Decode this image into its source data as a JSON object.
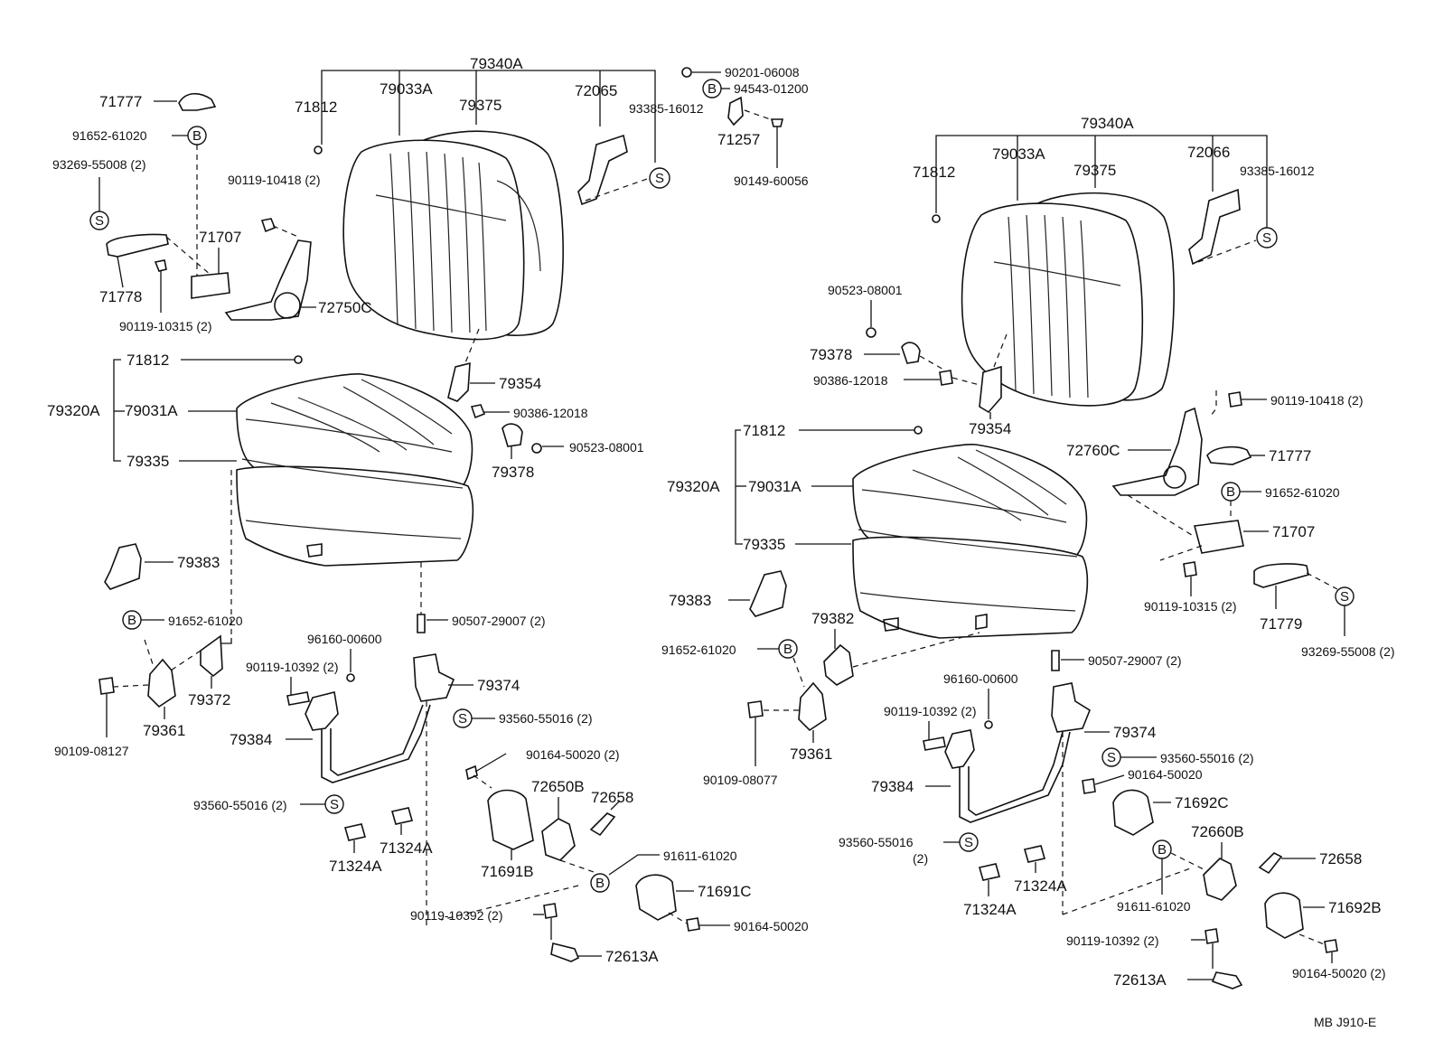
{
  "footer": {
    "code": "MB  J910-E"
  },
  "symbols": {
    "s": "S",
    "b": "B"
  },
  "left": {
    "top": {
      "assembly": "79340A",
      "cover": "79033A",
      "pad": "79375",
      "frame": "72065",
      "clip": "71812",
      "bolt_top": "90201-06008",
      "washer": "94543-01200",
      "retainer": "93385-16012",
      "bracket": "71257",
      "screw": "90149-60056"
    },
    "upper_left": {
      "cap": "71777",
      "b_clip": "91652-61020",
      "s_cover": "93269-55008 (2)",
      "bolt": "90119-10418 (2)",
      "hinge_cover": "71707",
      "cover_plate": "71778",
      "bolt2": "90119-10315 (2)",
      "recliner": "72750C"
    },
    "cushion": {
      "assembly": "79320A",
      "clip": "71812",
      "cover": "79031A",
      "pad": "79335",
      "stay": "79354",
      "nut": "90386-12018",
      "washer": "90523-08001",
      "bracket": "79378",
      "guide": "79383",
      "b_clip": "91652-61020",
      "bracket2": "79372",
      "hook": "79361",
      "bolt": "90109-08127"
    },
    "lower": {
      "spring": "90507-29007 (2)",
      "washer": "96160-00600",
      "bolt": "90119-10392 (2)",
      "hinge_r": "79374",
      "s_ring": "93560-55016 (2)",
      "hinge_l": "79384",
      "s_ring2": "93560-55016 (2)",
      "pad_a": "71324A",
      "pad_b": "71324A",
      "screw": "90164-50020 (2)",
      "lock": "72650B",
      "pin": "72658",
      "cover": "71691B",
      "b_clip": "91611-61020",
      "cover2": "71691C",
      "screw2": "90164-50020",
      "handle": "72613A"
    }
  },
  "right": {
    "top": {
      "assembly": "79340A",
      "clip": "71812",
      "cover": "79033A",
      "pad": "79375",
      "frame": "72066",
      "retainer": "93385-16012"
    },
    "middle": {
      "washer": "90523-08001",
      "bracket": "79378",
      "nut": "90386-12018",
      "stay": "79354",
      "bolt": "90119-10418 (2)",
      "recliner": "72760C",
      "cap": "71777",
      "b_clip": "91652-61020",
      "hinge_cover": "71707",
      "bolt2": "90119-10315 (2)",
      "cover_plate": "71779",
      "s_cover": "93269-55008 (2)"
    },
    "cushion": {
      "clip": "71812",
      "assembly": "79320A",
      "cover": "79031A",
      "pad": "79335",
      "guide": "79383",
      "bracket2": "79382",
      "b_clip": "91652-61020",
      "hook": "79361",
      "bolt": "90109-08077"
    },
    "lower": {
      "spring": "90507-29007 (2)",
      "washer": "96160-00600",
      "bolt": "90119-10392 (2)",
      "hinge_r": "79374",
      "s_ring": "93560-55016 (2)",
      "screw": "90164-50020",
      "hinge_l": "79384",
      "cover": "71692C",
      "s_ring2": "93560-55016",
      "s_ring2_qty": "(2)",
      "pad_a": "71324A",
      "pad_b": "71324A",
      "b_clip": "91611-61020",
      "lock": "72660B",
      "pin": "72658",
      "cover2": "71692B",
      "handle": "72613A",
      "screw2": "90164-50020 (2)"
    }
  }
}
